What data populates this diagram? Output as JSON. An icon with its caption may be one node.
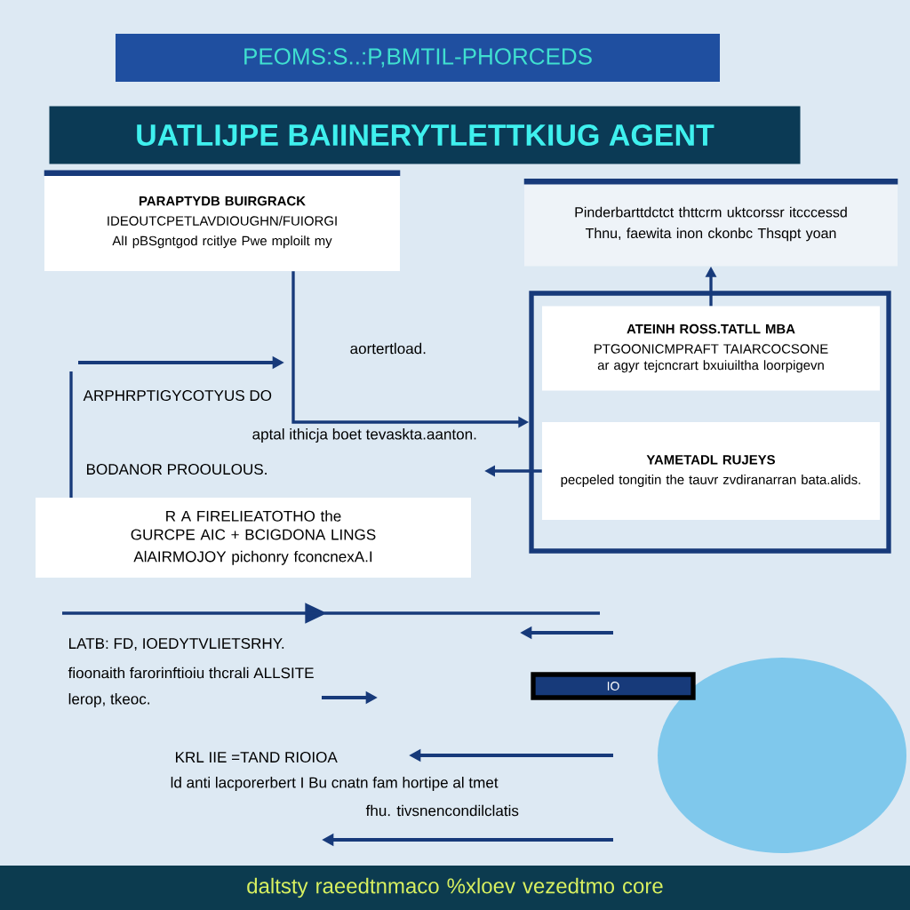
{
  "diagram": {
    "title": "UATLIJPE BAIINERYTLETTKIUG AGENT",
    "nodes": [
      {
        "text": [
          "PEOMS:S..:P,BMTIL-PHORCEDS"
        ]
      },
      {
        "text": [
          "PARAPTYDB BUIRGRACK",
          "IDEOUTCPETLAVDIOUGHN/FUIORGI",
          "AlI pBSgntgod rcitlye Pwe mploilt my"
        ]
      },
      {
        "text": [
          "Pinderbarttdctct thttcrm uktcorssr itcccessd",
          "Thnu, faewita inon ckonbc Thsqpt yoan"
        ]
      },
      {
        "text": [
          "R A FIRELIEATOTHO the GURCPE AIC + BCIGDONA LINGS",
          "AlAIRMOJOY pichonry fconcnexA.I"
        ]
      },
      {
        "text": [],
        "shape": "box"
      },
      {
        "text": [
          "ATEINH ROSS.TATLL MBA",
          "PTGOONICMPRAFT TAIARCOCSONE ar agyr tejcncrart bxuiuiltha loorpigevn"
        ],
        "in": 4
      },
      {
        "text": [
          "YAMETADL RUJEYS",
          "pecpeled tongitin the tauvr zvdiranarran bata.alids."
        ],
        "in": 4
      },
      {
        "text": [
          "IO"
        ]
      },
      {
        "text": [
          "daltsty raeedtnmaco %xloev vezedtmo core"
        ]
      }
    ],
    "edges": [
      {
        "from": 1,
        "to": 4,
        "arrow": "to"
      },
      {
        "from": 5,
        "to": 2,
        "arrow": "to"
      },
      {
        "from": 6,
        "to": null,
        "arrow": "to"
      }
    ],
    "labels": [
      "aortertload.",
      "ARPHRPTIGYCOTYUS DO",
      "aptal ithicja boet tevaskta.aanton.",
      "BODANOR PROOULOUS.",
      "LATB: FD, IOEDYTVLIETSRHY.",
      "fioonaith farorinftioiu thcrali ALLSITE",
      "lerop, tkeoc.",
      "KRL IIE =TAND RIOIOA",
      "ld anti lacporerbert I Bu cnatn fam hortipe al tmet",
      "fhu. tivsnencondilclatis"
    ]
  }
}
